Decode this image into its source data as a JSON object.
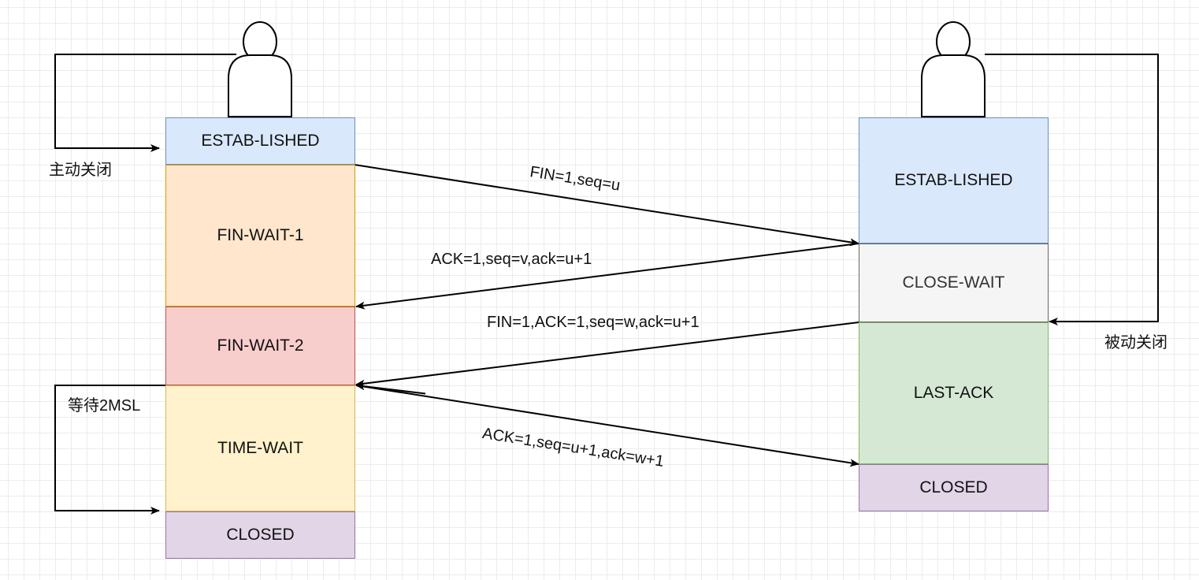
{
  "client": {
    "states": [
      {
        "label": "ESTAB-LISHED",
        "fill": "#dae8fc",
        "stroke": "#6c8ebf"
      },
      {
        "label": "FIN-WAIT-1",
        "fill": "#ffe6cc",
        "stroke": "#d79b00"
      },
      {
        "label": "FIN-WAIT-2",
        "fill": "#f8cecc",
        "stroke": "#b85450"
      },
      {
        "label": "TIME-WAIT",
        "fill": "#fff2cc",
        "stroke": "#d6b656"
      },
      {
        "label": "CLOSED",
        "fill": "#e1d5e7",
        "stroke": "#9673a6"
      }
    ],
    "active_close_label": "主动关闭",
    "wait_label": "等待2MSL"
  },
  "server": {
    "states": [
      {
        "label": "ESTAB-LISHED",
        "fill": "#dae8fc",
        "stroke": "#6c8ebf"
      },
      {
        "label": "CLOSE-WAIT",
        "fill": "#f5f5f5",
        "stroke": "#666666"
      },
      {
        "label": "LAST-ACK",
        "fill": "#d5e8d4",
        "stroke": "#82b366"
      },
      {
        "label": "CLOSED",
        "fill": "#e1d5e7",
        "stroke": "#9673a6"
      }
    ],
    "passive_close_label": "被动关闭"
  },
  "messages": [
    {
      "label": "FIN=1,seq=u"
    },
    {
      "label": "ACK=1,seq=v,ack=u+1"
    },
    {
      "label": "FIN=1,ACK=1,seq=w,ack=u+1"
    },
    {
      "label": "ACK=1,seq=u+1,ack=w+1"
    }
  ]
}
